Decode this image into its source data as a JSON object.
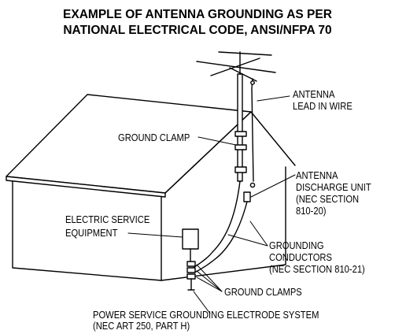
{
  "title": {
    "line1": "EXAMPLE OF ANTENNA GROUNDING AS PER",
    "line2": "NATIONAL ELECTRICAL CODE, ANSI/NFPA 70"
  },
  "labels": {
    "antenna_lead_in": [
      "ANTENNA",
      "LEAD IN WIRE"
    ],
    "ground_clamp": "GROUND CLAMP",
    "discharge_unit": [
      "ANTENNA",
      "DISCHARGE UNIT",
      "(NEC SECTION",
      "810-20)"
    ],
    "electric_service": [
      "ELECTRIC SERVICE",
      "EQUIPMENT"
    ],
    "grounding_conductors": [
      "GROUNDING",
      "CONDUCTORS",
      "(NEC SECTION 810-21)"
    ],
    "ground_clamps": "GROUND CLAMPS",
    "power_service": [
      "POWER SERVICE GROUNDING ELECTRODE SYSTEM",
      "(NEC ART 250, PART H)"
    ]
  }
}
